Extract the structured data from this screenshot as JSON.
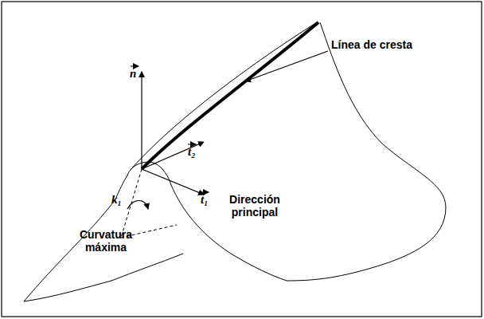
{
  "diagram": {
    "labels": [
      "Línea de cresta",
      "n",
      "t₂",
      "k₁",
      "t₁",
      "Dirección principal",
      "Curvatura máxima"
    ]
  }
}
